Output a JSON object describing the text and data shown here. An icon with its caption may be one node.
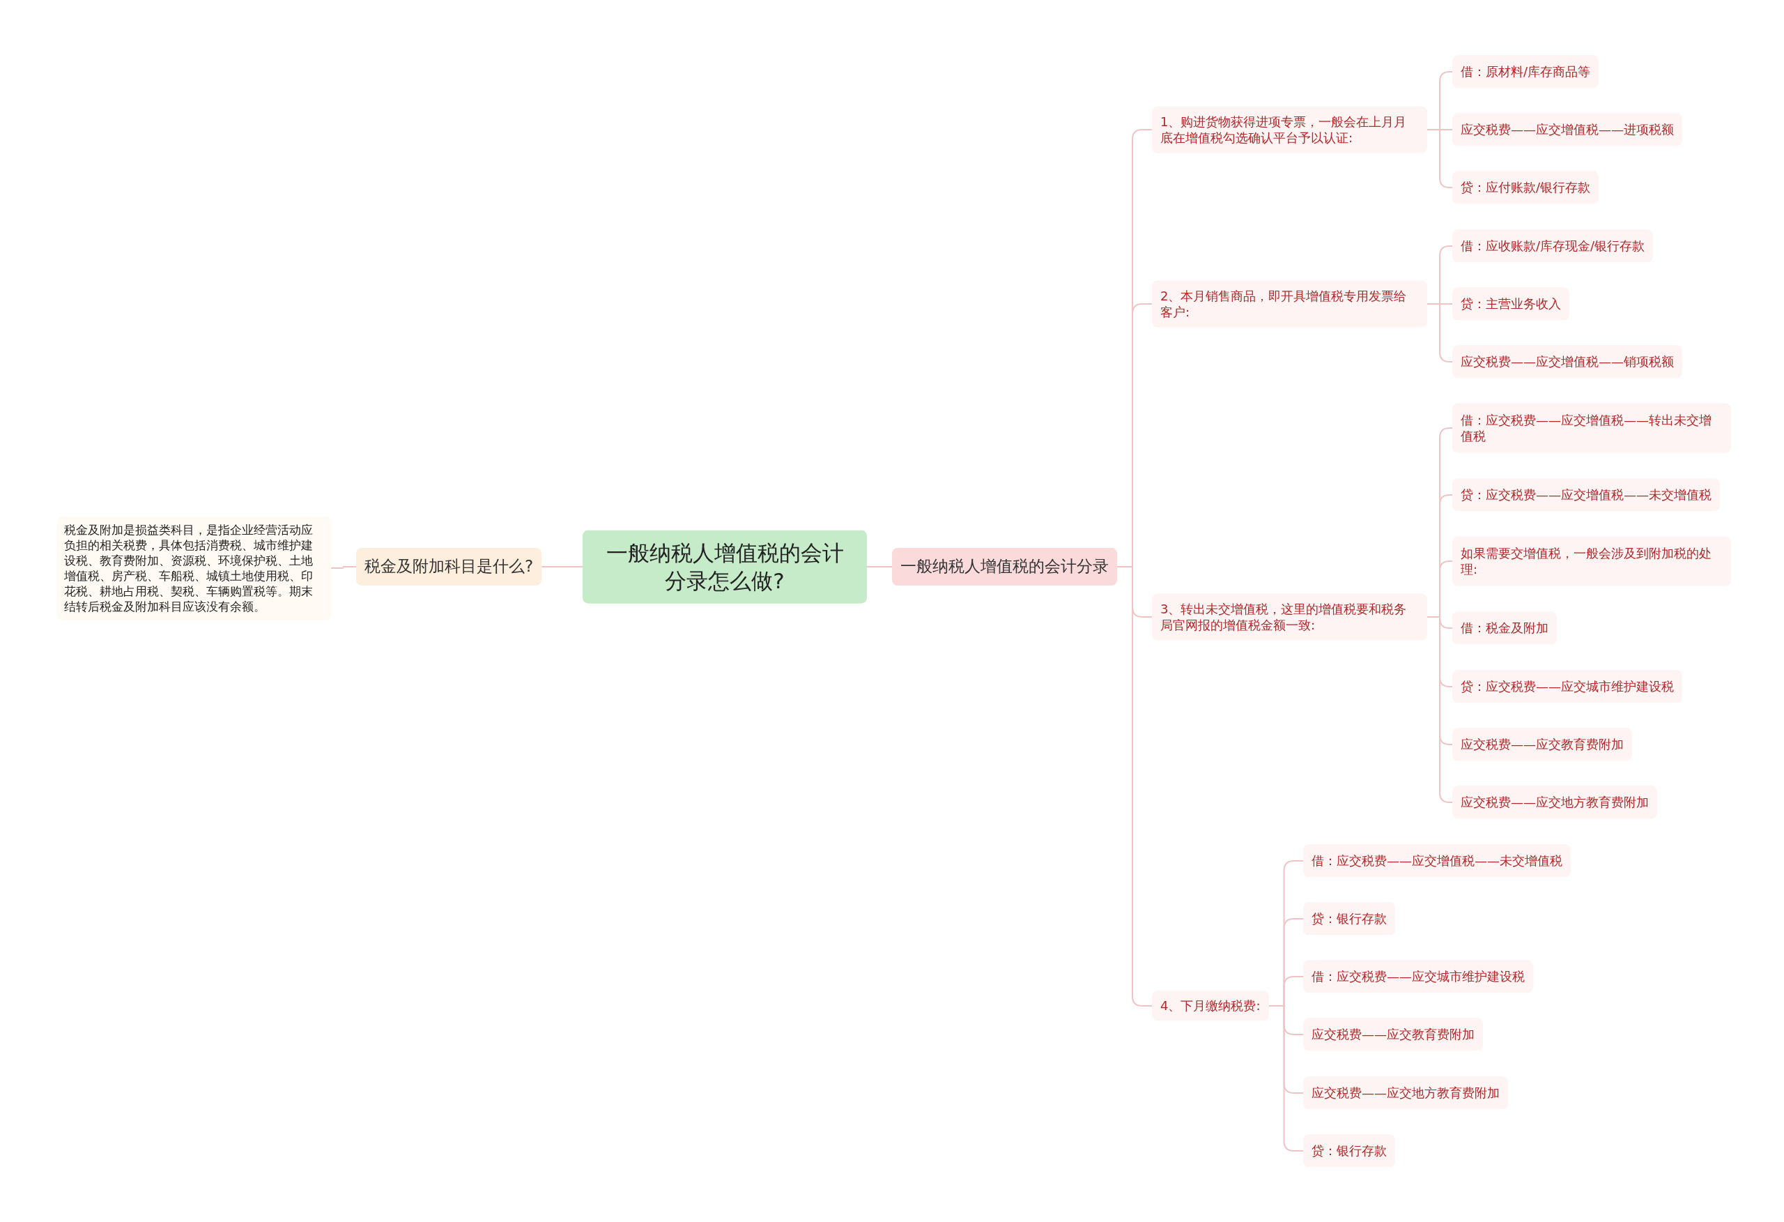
{
  "diagram": {
    "nodes": [
      {
        "text": [
          "一般纳税人增值税的会计分录怎么做?"
        ]
      },
      {
        "text": [
          "税金及附加科目是什么?"
        ]
      },
      {
        "text": [
          "税金及附加是损益类科目，是指企业经营活动应负担的相关税费，具体包括消费税、城市维护建设税、教育费附加、资源税、环境保护税、土地增值税、房产税、车船税、城镇土地使用税、印花税、耕地占用税、契税、车辆购置税等。期末结转后税金及附加科目应该没有余额。"
        ]
      },
      {
        "text": [
          "一般纳税人增值税的会计分录"
        ]
      },
      {
        "text": [
          "1、购进货物获得进项专票，一般会在上月月底在增值税勾选确认平台予以认证:"
        ]
      },
      {
        "text": [
          "借：原材料/库存商品等"
        ]
      },
      {
        "text": [
          "应交税费——应交增值税——进项税额"
        ]
      },
      {
        "text": [
          "贷：应付账款/银行存款"
        ]
      },
      {
        "text": [
          "2、本月销售商品，即开具增值税专用发票给客户:"
        ]
      },
      {
        "text": [
          "借：应收账款/库存现金/银行存款"
        ]
      },
      {
        "text": [
          "贷：主营业务收入"
        ]
      },
      {
        "text": [
          "应交税费——应交增值税——销项税额"
        ]
      },
      {
        "text": [
          "3、转出未交增值税，这里的增值税要和税务局官网报的增值税金额一致:"
        ]
      },
      {
        "text": [
          "借：应交税费——应交增值税——转出未交增值税"
        ]
      },
      {
        "text": [
          "贷：应交税费——应交增值税——未交增值税"
        ]
      },
      {
        "text": [
          "如果需要交增值税，一般会涉及到附加税的处理:"
        ]
      },
      {
        "text": [
          "借：税金及附加"
        ]
      },
      {
        "text": [
          "贷：应交税费——应交城市维护建设税"
        ]
      },
      {
        "text": [
          "应交税费——应交教育费附加"
        ]
      },
      {
        "text": [
          "应交税费——应交地方教育费附加"
        ]
      },
      {
        "text": [
          "4、下月缴纳税费:"
        ]
      },
      {
        "text": [
          "借：应交税费——应交增值税——未交增值税"
        ]
      },
      {
        "text": [
          "贷：银行存款"
        ]
      },
      {
        "text": [
          "借：应交税费——应交城市维护建设税"
        ]
      },
      {
        "text": [
          "应交税费——应交教育费附加"
        ]
      },
      {
        "text": [
          "应交税费——应交地方教育费附加"
        ]
      },
      {
        "text": [
          "贷：银行存款"
        ]
      }
    ],
    "edges": [
      {
        "from": 0,
        "to": 1,
        "arrow": "none"
      },
      {
        "from": 1,
        "to": 2,
        "arrow": "none"
      },
      {
        "from": 0,
        "to": 3,
        "arrow": "none"
      },
      {
        "from": 3,
        "to": 4,
        "arrow": "none"
      },
      {
        "from": 3,
        "to": 8,
        "arrow": "none"
      },
      {
        "from": 3,
        "to": 12,
        "arrow": "none"
      },
      {
        "from": 3,
        "to": 20,
        "arrow": "none"
      },
      {
        "from": 4,
        "to": 5,
        "arrow": "none"
      },
      {
        "from": 4,
        "to": 6,
        "arrow": "none"
      },
      {
        "from": 4,
        "to": 7,
        "arrow": "none"
      },
      {
        "from": 8,
        "to": 9,
        "arrow": "none"
      },
      {
        "from": 8,
        "to": 10,
        "arrow": "none"
      },
      {
        "from": 8,
        "to": 11,
        "arrow": "none"
      },
      {
        "from": 12,
        "to": 13,
        "arrow": "none"
      },
      {
        "from": 12,
        "to": 14,
        "arrow": "none"
      },
      {
        "from": 12,
        "to": 15,
        "arrow": "none"
      },
      {
        "from": 12,
        "to": 16,
        "arrow": "none"
      },
      {
        "from": 12,
        "to": 17,
        "arrow": "none"
      },
      {
        "from": 12,
        "to": 18,
        "arrow": "none"
      },
      {
        "from": 12,
        "to": 19,
        "arrow": "none"
      },
      {
        "from": 20,
        "to": 21,
        "arrow": "none"
      },
      {
        "from": 20,
        "to": 22,
        "arrow": "none"
      },
      {
        "from": 20,
        "to": 23,
        "arrow": "none"
      },
      {
        "from": 20,
        "to": 24,
        "arrow": "none"
      },
      {
        "from": 20,
        "to": 25,
        "arrow": "none"
      },
      {
        "from": 20,
        "to": 26,
        "arrow": "none"
      }
    ]
  }
}
